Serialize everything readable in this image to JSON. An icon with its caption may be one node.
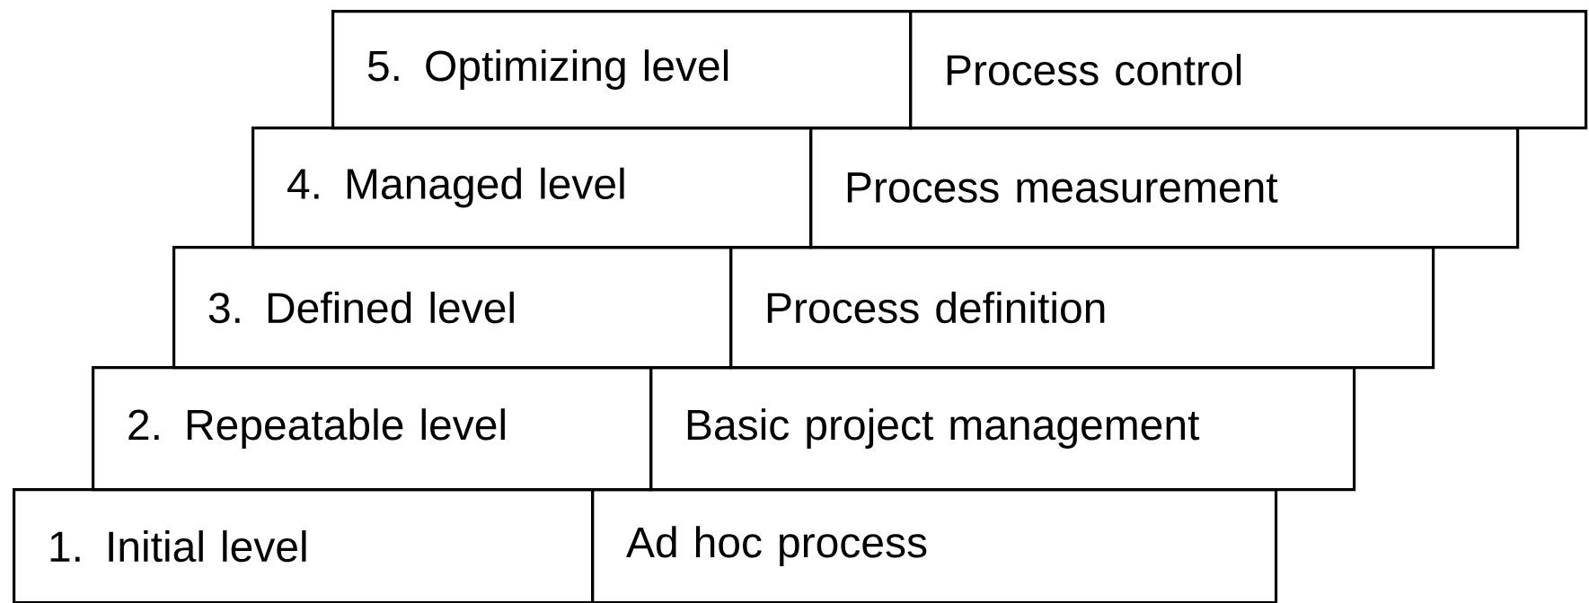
{
  "diagram": {
    "nodes": [
      {
        "text": [
          "5. Optimizing level"
        ]
      },
      {
        "text": [
          "Process control"
        ]
      },
      {
        "text": [
          "4. Managed level"
        ]
      },
      {
        "text": [
          "Process measurement"
        ]
      },
      {
        "text": [
          "3. Defined level"
        ]
      },
      {
        "text": [
          "Process definition"
        ]
      },
      {
        "text": [
          "2. Repeatable level"
        ]
      },
      {
        "text": [
          "Basic project management"
        ]
      },
      {
        "text": [
          "1. Initial level"
        ]
      },
      {
        "text": [
          "Ad hoc process"
        ]
      }
    ]
  }
}
